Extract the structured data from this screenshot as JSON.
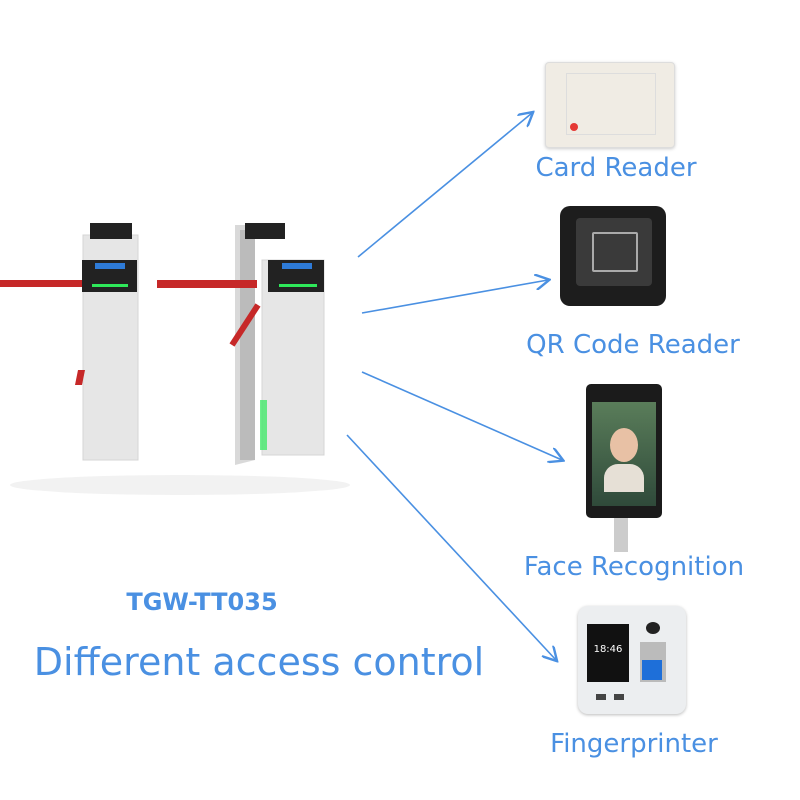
{
  "model": "TGW-TT035",
  "headline": "Different access control",
  "devices": [
    {
      "label": "Card Reader",
      "icon": "card-reader-icon"
    },
    {
      "label": "QR Code Reader",
      "icon": "qr-reader-icon"
    },
    {
      "label": "Face Recognition",
      "icon": "face-terminal-icon"
    },
    {
      "label": "Fingerprinter",
      "icon": "fingerprint-terminal-icon"
    }
  ],
  "fingerprint_screen_time": "18:46",
  "colors": {
    "accent": "#4a90e2",
    "arm": "#c62828",
    "led": "#2ee85a"
  }
}
